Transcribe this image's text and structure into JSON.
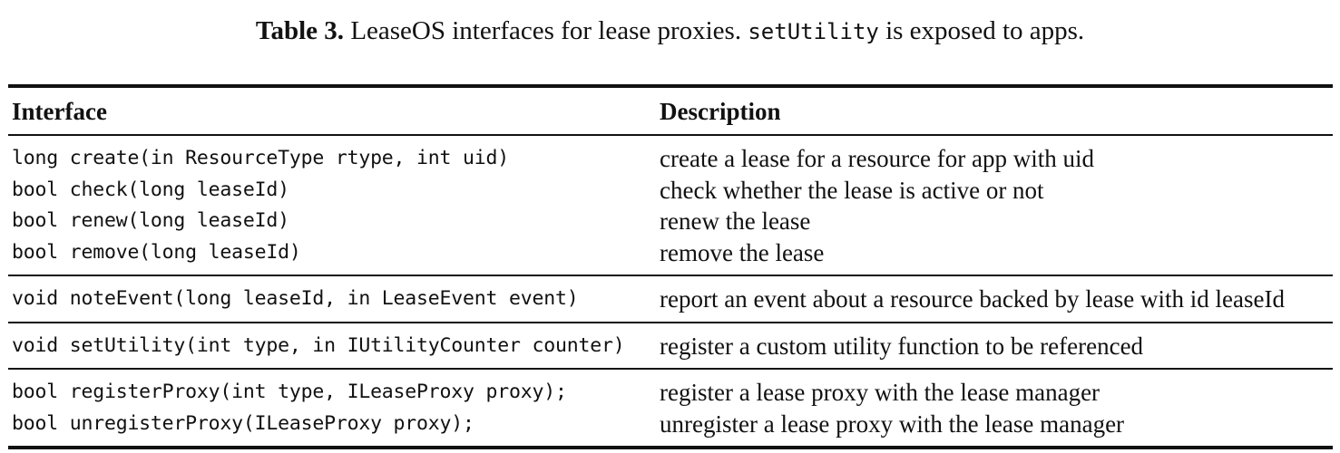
{
  "caption": {
    "label": "Table 3.",
    "text_before": "LeaseOS interfaces for lease proxies.",
    "code": "setUtility",
    "text_after": "is exposed to apps."
  },
  "table": {
    "headers": [
      "Interface",
      "Description"
    ],
    "groups": [
      [
        {
          "interface": "long create(in ResourceType rtype, int uid)",
          "description": "create a lease for a resource for app with uid"
        },
        {
          "interface": "bool check(long leaseId)",
          "description": "check whether the lease is active or not"
        },
        {
          "interface": "bool renew(long leaseId)",
          "description": "renew the lease"
        },
        {
          "interface": "bool remove(long leaseId)",
          "description": "remove the lease"
        }
      ],
      [
        {
          "interface": "void noteEvent(long leaseId, in LeaseEvent event)",
          "description": "report an event about a resource backed by lease with id leaseId"
        }
      ],
      [
        {
          "interface": "void setUtility(int type, in IUtilityCounter counter)",
          "description": "register a custom utility function to be referenced"
        }
      ],
      [
        {
          "interface": "bool registerProxy(int type, ILeaseProxy proxy);",
          "description": "register a lease proxy with the lease manager"
        },
        {
          "interface": "bool unregisterProxy(ILeaseProxy proxy);",
          "description": "unregister a lease proxy with the lease manager"
        }
      ]
    ]
  }
}
